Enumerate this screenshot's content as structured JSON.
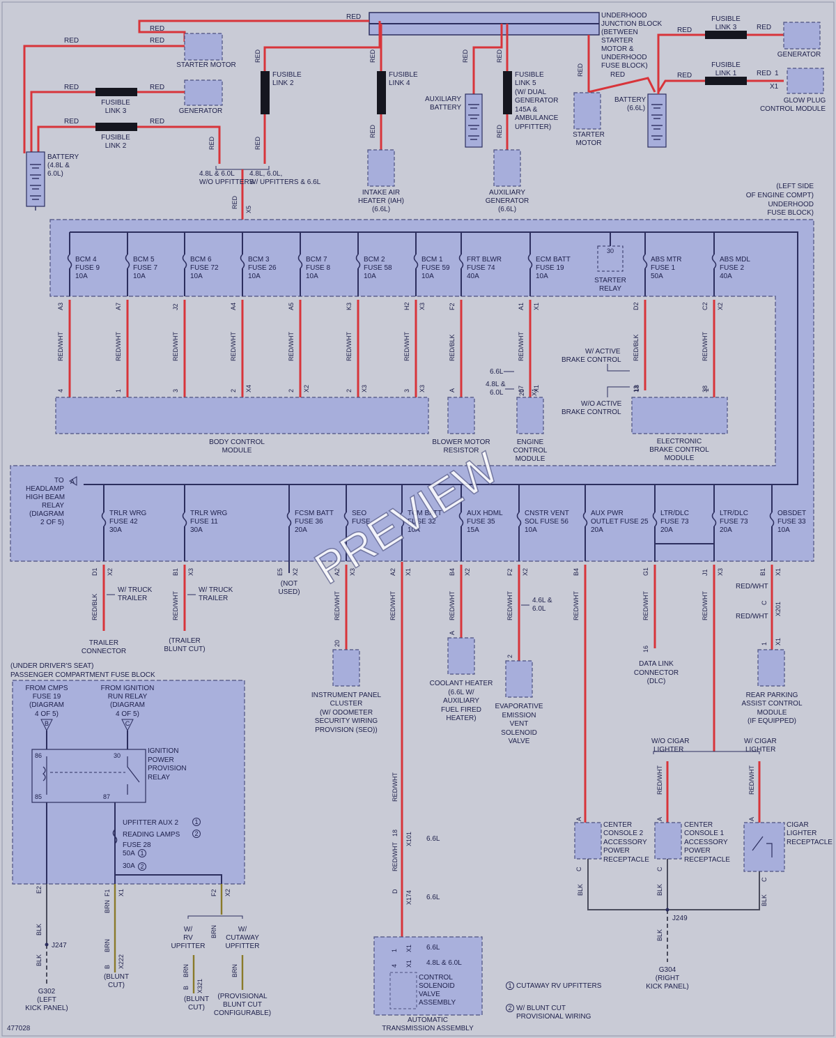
{
  "diagram_id": "477028",
  "watermark": "PREVIEW",
  "top": {
    "red_main": "RED",
    "starter_motor": "STARTER MOTOR",
    "generator_left": "GENERATOR",
    "fusible_link3_left": [
      "FUSIBLE",
      "LINK 3"
    ],
    "fusible_link2_left": [
      "FUSIBLE",
      "LINK 2"
    ],
    "battery_left": [
      "BATTERY",
      "(4.8L &",
      "6.0L)"
    ],
    "fusible_link2_mid": [
      "FUSIBLE",
      "LINK 2"
    ],
    "wo_upfitters": [
      "4.8L & 6.0L",
      "W/O UPFITTERS"
    ],
    "w_upfitters": [
      "4.8L, 6.0L,",
      "W/ UPFITTERS & 6.6L"
    ],
    "fusible_link4": [
      "FUSIBLE",
      "LINK 4"
    ],
    "iah": [
      "INTAKE AIR",
      "HEATER (IAH)",
      "(6.6L)"
    ],
    "aux_battery": [
      "AUXILIARY",
      "BATTERY"
    ],
    "fusible_link5": [
      "FUSIBLE",
      "LINK 5",
      "(W/ DUAL",
      "GENERATOR",
      "145A &",
      "AMBULANCE",
      "UPFITTER)"
    ],
    "aux_generator": [
      "AUXILIARY",
      "GENERATOR",
      "(6.6L)"
    ],
    "junction_block": [
      "UNDERHOOD",
      "JUNCTION BLOCK",
      "(BETWEEN",
      "STARTER",
      "MOTOR &",
      "UNDERHOOD",
      "FUSE BLOCK)"
    ],
    "starter_motor_right": [
      "STARTER",
      "MOTOR"
    ],
    "battery_right": [
      "BATTERY",
      "(6.6L)"
    ],
    "fusible_link3_right": [
      "FUSIBLE",
      "LINK 3"
    ],
    "generator_right": "GENERATOR",
    "fusible_link1_right": [
      "FUSIBLE",
      "LINK 1"
    ],
    "glow_plug": [
      "GLOW PLUG",
      "CONTROL MODULE"
    ],
    "glow_pin": "1",
    "glow_conn": "X1",
    "x5": "X5"
  },
  "underhood_fuse_block": {
    "title": [
      "(LEFT SIDE",
      "OF ENGINE COMPT)",
      "UNDERHOOD",
      "FUSE BLOCK)"
    ],
    "fuses": [
      {
        "label": [
          "BCM 4",
          "FUSE 9",
          "10A"
        ],
        "pin": "A3",
        "wire": "RED/WHT",
        "dest_pin": "4",
        "conn": ""
      },
      {
        "label": [
          "BCM 5",
          "FUSE 7",
          "10A"
        ],
        "pin": "A7",
        "wire": "RED/WHT",
        "dest_pin": "1",
        "conn": ""
      },
      {
        "label": [
          "BCM 6",
          "FUSE 72",
          "10A"
        ],
        "pin": "J2",
        "wire": "RED/WHT",
        "dest_pin": "3",
        "conn": ""
      },
      {
        "label": [
          "BCM 3",
          "FUSE 26",
          "10A"
        ],
        "pin": "A4",
        "wire": "RED/WHT",
        "dest_pin": "2",
        "conn": "X4"
      },
      {
        "label": [
          "BCM 7",
          "FUSE 8",
          "10A"
        ],
        "pin": "A5",
        "wire": "RED/WHT",
        "dest_pin": "2",
        "conn": "X2"
      },
      {
        "label": [
          "BCM 2",
          "FUSE 58",
          "10A"
        ],
        "pin": "K3",
        "wire": "RED/WHT",
        "dest_pin": "2",
        "conn": "X3"
      },
      {
        "label": [
          "BCM 1",
          "FUSE 59",
          "10A"
        ],
        "pin": "H2",
        "pin_conn": "X3",
        "wire": "RED/WHT",
        "dest_pin": "3",
        "conn": "X3"
      },
      {
        "label": [
          "FRT BLWR",
          "FUSE 74",
          "40A"
        ],
        "pin": "F2",
        "wire": "RED/BLK",
        "dest_pin": "A",
        "conn": ""
      },
      {
        "label": [
          "ECM BATT",
          "FUSE 19",
          "10A"
        ],
        "pin": "A1",
        "pin_conn": "X1",
        "wire": "RED/WHT",
        "dest_pin": "67",
        "conn": "X1"
      },
      {
        "label": [
          "ABS MTR",
          "FUSE 1",
          "50A"
        ],
        "pin": "D2",
        "wire": "RED/BLK",
        "dest_pin": "13",
        "conn": ""
      },
      {
        "label": [
          "ABS MDL",
          "FUSE 2",
          "40A"
        ],
        "pin": "C2",
        "pin_conn": "X2",
        "wire": "RED/WHT",
        "dest_pin": "38",
        "conn": ""
      }
    ],
    "starter_relay": [
      "STARTER",
      "RELAY"
    ],
    "relay_pin": "30",
    "ecm_6_6": "6.6L",
    "ecm_48": [
      "4.8L &",
      "6.0L"
    ],
    "ecm_alt_pin": "20",
    "ecm_alt_conn": "X1",
    "ebcm_active": [
      "W/ ACTIVE",
      "BRAKE CONTROL"
    ],
    "ebcm_noactive": [
      "W/O ACTIVE",
      "BRAKE CONTROL"
    ],
    "ebcm_alt_pin": "18",
    "ebcm_alt_pin2": "1"
  },
  "modules_row1": {
    "bcm": [
      "BODY CONTROL",
      "MODULE"
    ],
    "blower": [
      "BLOWER MOTOR",
      "RESISTOR"
    ],
    "ecm": [
      "ENGINE",
      "CONTROL",
      "MODULE"
    ],
    "ebcm": [
      "ELECTRONIC",
      "BRAKE CONTROL",
      "MODULE"
    ]
  },
  "lower_block": {
    "headlamp": [
      "TO",
      "HEADLAMP",
      "HIGH BEAM",
      "RELAY",
      "(DIAGRAM",
      "2 OF 5)"
    ],
    "headlamp_tag": "A",
    "fuses": [
      {
        "label": [
          "TRLR WRG",
          "FUSE 42",
          "30A"
        ],
        "pin": "D1",
        "conn": "X2",
        "wire": "RED/BLK",
        "dest": [
          "TRAILER",
          "CONNECTOR"
        ],
        "note": [
          "W/ TRUCK",
          "TRAILER"
        ]
      },
      {
        "label": [
          "TRLR WRG",
          "FUSE 11",
          "30A"
        ],
        "pin": "B1",
        "conn": "X3",
        "wire": "RED/WHT",
        "dest": [
          "(TRAILER",
          "BLUNT CUT)"
        ],
        "note": [
          "W/ TRUCK",
          "TRAILER"
        ]
      },
      {
        "label": [
          "FCSM BATT",
          "FUSE 36",
          "20A"
        ],
        "pin": "E5",
        "conn": "X2",
        "wire": "",
        "dest": [
          "(NOT",
          "USED)"
        ],
        "note": []
      },
      {
        "label": [
          "SEO",
          "FUSE"
        ],
        "pin": "A2",
        "conn": "X3",
        "wire": "RED/WHT",
        "dest_pin": "20",
        "dest": [
          "INSTRUMENT PANEL",
          "CLUSTER",
          "(W/ ODOMETER",
          "SECURITY WIRING",
          "PROVISION (SEO))"
        ],
        "note": []
      },
      {
        "label": [
          "TCM BATT",
          "FUSE 32",
          "10A"
        ],
        "pin": "A2",
        "conn": "X1",
        "wire": "RED/WHT",
        "dest": [],
        "note": []
      },
      {
        "label": [
          "AUX HDML",
          "FUSE 35",
          "15A"
        ],
        "pin": "B4",
        "conn": "X2",
        "wire": "RED/WHT",
        "dest_pin": "A",
        "dest": [
          "COOLANT HEATER",
          "(6.6L W/",
          "AUXILIARY",
          "FUEL FIRED",
          "HEATER)"
        ],
        "note": []
      },
      {
        "label": [
          "CNSTR VENT",
          "SOL FUSE 56",
          "10A"
        ],
        "pin": "F2",
        "conn": "X2",
        "wire": "RED/WHT",
        "dest_pin": "2",
        "dest": [
          "EVAPORATIVE",
          "EMISSION",
          "VENT",
          "SOLENOID",
          "VALVE"
        ],
        "note": [
          "4.6L &",
          "6.0L"
        ]
      },
      {
        "label": [
          "AUX PWR",
          "OUTLET FUSE 25",
          "20A"
        ],
        "pin": "B4",
        "conn": "",
        "wire": "RED/WHT",
        "dest": [],
        "note": []
      },
      {
        "label": [
          "LTR/DLC",
          "FUSE 73",
          "20A"
        ],
        "pin": "G1",
        "conn": "",
        "wire": "RED/WHT",
        "dest_pin": "16",
        "dest": [
          "DATA LINK",
          "CONNECTOR",
          "(DLC)"
        ],
        "note": []
      },
      {
        "label": [],
        "pin": "J1",
        "conn": "X3",
        "wire": "RED/WHT",
        "dest": [],
        "note": []
      },
      {
        "label": [
          "OBSDET",
          "FUSE 33",
          "10A"
        ],
        "pin": "B1",
        "conn": "X1",
        "wire": "RED/WHT",
        "dest": [
          "REAR PARKING",
          "ASSIST CONTROL",
          "MODULE",
          "(IF EQUIPPED)"
        ],
        "note": []
      }
    ],
    "rpa_mid_pin": "C",
    "rpa_mid_conn": "X201",
    "rpa_wire2": "RED/WHT",
    "rpa_pin": "1",
    "rpa_conn": "X1"
  },
  "passenger_block": {
    "title": [
      "(UNDER DRIVER'S SEAT)",
      "PASSENGER COMPARTMENT FUSE BLOCK"
    ],
    "from_cmps": [
      "FROM CMPS",
      "FUSE 19",
      "(DIAGRAM",
      "4 OF 5)"
    ],
    "from_ign": [
      "FROM IGNITION",
      "RUN RELAY",
      "(DIAGRAM",
      "4 OF 5)"
    ],
    "tag_b": "B",
    "tag_c": "C",
    "relay": [
      "IGNITION",
      "POWER",
      "PROVISION",
      "RELAY"
    ],
    "relay_pins": [
      "86",
      "30",
      "85",
      "87"
    ],
    "fuse28": [
      "UPFITTER AUX 2",
      "READING LAMPS",
      "FUSE 28",
      "50A",
      "30A"
    ],
    "notes": [
      "1",
      "2",
      "1",
      "2"
    ],
    "pins": [
      {
        "pin": "E2",
        "conn": "",
        "wire": "BLK",
        "wire2": "BLK",
        "splice": "J247",
        "dest": [
          "G302",
          "(LEFT",
          "KICK PANEL)"
        ]
      },
      {
        "pin": "F1",
        "conn": "X1",
        "wire": "BRN",
        "wire2": "BRN",
        "mid_pin": "B",
        "mid_conn": "X222",
        "dest": [
          "(BLUNT",
          "CUT)"
        ]
      },
      {
        "pin": "F2",
        "conn": "X2",
        "wire": "BRN",
        "dest": []
      }
    ],
    "rv": [
      "W/",
      "RV",
      "UPFITTER"
    ],
    "cutaway": [
      "W/",
      "CUTAWAY",
      "UPFITTER"
    ],
    "rv_pin": "B",
    "rv_conn": "X321",
    "rv_wire": "BRN",
    "cut_wire": "BRN",
    "rv_dest": [
      "(BLUNT",
      "CUT)"
    ],
    "cut_dest": [
      "(PROVISIONAL",
      "BLUNT CUT",
      "CONFIGURABLE)"
    ]
  },
  "tcm": {
    "wire1": "RED/WHT",
    "pin1": "18",
    "conn1": "X101",
    "note1": "6.6L",
    "wire2": "RED/WHT",
    "pin2": "D",
    "conn2": "X174",
    "note2": "6.6L",
    "pin3": "1",
    "conn3": "X1",
    "note3": "6.6L",
    "pin4": "4",
    "conn4": "X1",
    "note4": "4.8L & 6.0L",
    "valve": [
      "CONTROL",
      "SOLENOID",
      "VALVE",
      "ASSEMBLY"
    ],
    "assembly": [
      "AUTOMATIC",
      "TRANSMISSION ASSEMBLY"
    ]
  },
  "right_bottom": {
    "wo_cigar": [
      "W/O CIGAR",
      "LIGHTER"
    ],
    "w_cigar": [
      "W/ CIGAR",
      "LIGHTER"
    ],
    "wire_red": "RED/WHT",
    "console2": [
      "CENTER",
      "CONSOLE 2",
      "ACCESSORY",
      "POWER",
      "RECEPTACLE"
    ],
    "console1": [
      "CENTER",
      "CONSOLE 1",
      "ACCESSORY",
      "POWER",
      "RECEPTACLE"
    ],
    "cigar": [
      "CIGAR",
      "LIGHTER",
      "RECEPTACLE"
    ],
    "pin_a": "A",
    "pin_c": "C",
    "wire_blk": "BLK",
    "splice": "J249",
    "ground": [
      "G304",
      "(RIGHT",
      "KICK PANEL)"
    ]
  },
  "legend": [
    {
      "num": "1",
      "text": "CUTAWAY RV UPFITTERS"
    },
    {
      "num": "2",
      "text": [
        "W/ BLUNT CUT",
        "PROVISIONAL WIRING"
      ]
    }
  ]
}
